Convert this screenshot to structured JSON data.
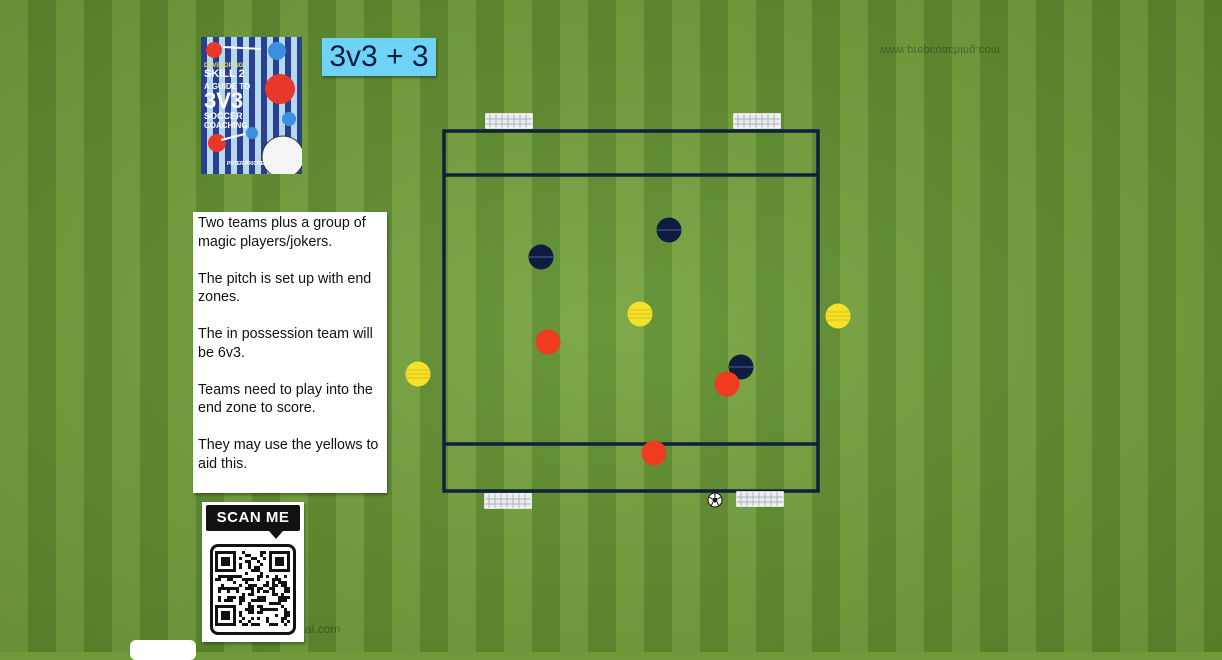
{
  "title": "3v3 + 3",
  "book": {
    "series": "DEVELOPING",
    "line1": "SKILL 2",
    "line2": "A GUIDE TO",
    "line3": "3V3",
    "line4": "SOCCER",
    "line5": "COACHING",
    "author": "PETER PRICKETT"
  },
  "notes": [
    "Two teams plus a group of magic players/jokers.",
    "The pitch is set up with end zones.",
    "The in possession team will be 6v3.",
    "Teams need to play into the end zone to score.",
    "They may use the yellows to aid this."
  ],
  "qr": {
    "label": "SCAN ME"
  },
  "colors": {
    "grass_light": "#76a33e",
    "grass_dark": "#5f8e2e",
    "title_bg": "#6fd3f7",
    "lines": "#0f1f3d",
    "team_navy": "#0f1c3f",
    "team_red": "#ef3b1f",
    "joker_yellow": "#f4e22a"
  },
  "icons": [
    "soccer-ball-icon",
    "goal-icon",
    "player-marker-icon"
  ]
}
